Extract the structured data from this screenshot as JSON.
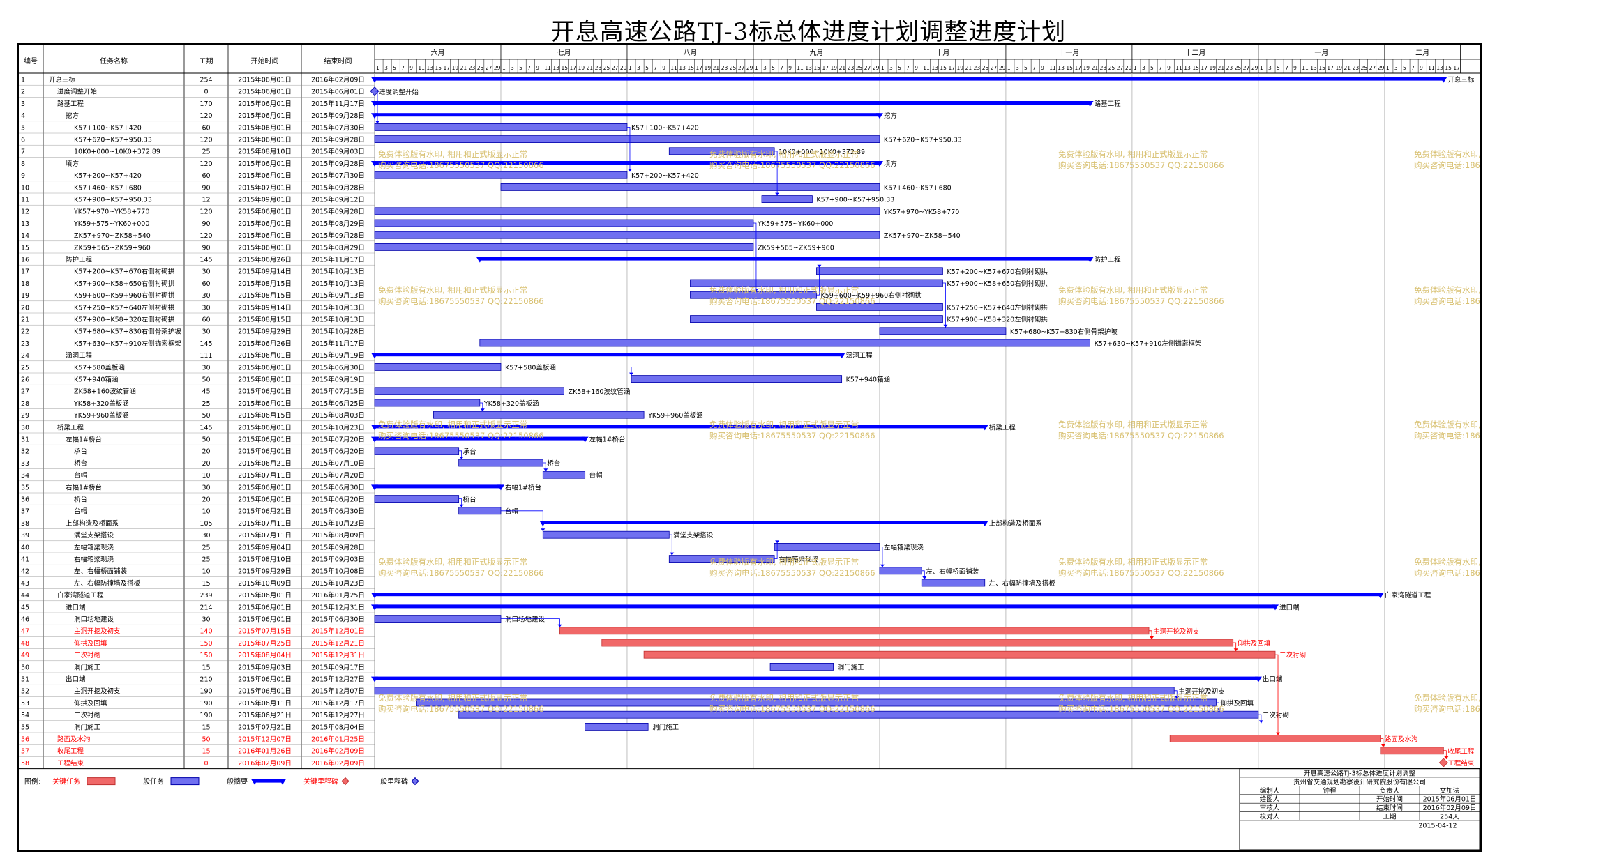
{
  "title": "开息高速公路TJ-3标总体进度计划调整进度计划",
  "columns": {
    "id": "编号",
    "name": "任务名称",
    "dur": "工期",
    "start": "开始时间",
    "end": "结束时间"
  },
  "months": [
    {
      "label": "六月",
      "n": 15
    },
    {
      "label": "七月",
      "n": 15
    },
    {
      "label": "八月",
      "n": 15
    },
    {
      "label": "九月",
      "n": 15
    },
    {
      "label": "十月",
      "n": 15
    },
    {
      "label": "十一月",
      "n": 15
    },
    {
      "label": "十二月",
      "n": 15
    },
    {
      "label": "一月",
      "n": 15
    },
    {
      "label": "二月",
      "n": 9
    }
  ],
  "day_ticks": [
    "1",
    "3",
    "5",
    "7",
    "9",
    "11",
    "13",
    "15",
    "17",
    "19",
    "21",
    "23",
    "25",
    "27",
    "29"
  ],
  "tasks": [
    {
      "id": "1",
      "name": "开息三标",
      "indent": 0,
      "dur": "254",
      "start": "2015年06月01日",
      "end": "2016年02月09日",
      "type": "summary",
      "s": 0,
      "e": 254,
      "label": "开息三标",
      "crit": false
    },
    {
      "id": "2",
      "name": "进度调整开始",
      "indent": 1,
      "dur": "0",
      "start": "2015年06月01日",
      "end": "2015年06月01日",
      "type": "milestone",
      "s": 0,
      "e": 0,
      "label": "进度调整开始",
      "crit": false
    },
    {
      "id": "3",
      "name": "路基工程",
      "indent": 1,
      "dur": "170",
      "start": "2015年06月01日",
      "end": "2015年11月17日",
      "type": "summary",
      "s": 0,
      "e": 170,
      "label": "路基工程",
      "crit": false
    },
    {
      "id": "4",
      "name": "挖方",
      "indent": 2,
      "dur": "120",
      "start": "2015年06月01日",
      "end": "2015年09月28日",
      "type": "summary",
      "s": 0,
      "e": 120,
      "label": "挖方",
      "crit": false
    },
    {
      "id": "5",
      "name": "K57+100~K57+420",
      "indent": 3,
      "dur": "60",
      "start": "2015年06月01日",
      "end": "2015年07月30日",
      "type": "task",
      "s": 0,
      "e": 60,
      "label": "K57+100~K57+420",
      "crit": false
    },
    {
      "id": "6",
      "name": "K57+620~K57+950.33",
      "indent": 3,
      "dur": "120",
      "start": "2015年06月01日",
      "end": "2015年09月28日",
      "type": "task",
      "s": 0,
      "e": 120,
      "label": "K57+620~K57+950.33",
      "crit": false
    },
    {
      "id": "7",
      "name": "10K0+000~10K0+372.89",
      "indent": 3,
      "dur": "25",
      "start": "2015年08月10日",
      "end": "2015年09月03日",
      "type": "task",
      "s": 70,
      "e": 95,
      "label": "10K0+000~10K0+372.89",
      "crit": false
    },
    {
      "id": "8",
      "name": "填方",
      "indent": 2,
      "dur": "120",
      "start": "2015年06月01日",
      "end": "2015年09月28日",
      "type": "summary",
      "s": 0,
      "e": 120,
      "label": "填方",
      "crit": false
    },
    {
      "id": "9",
      "name": "K57+200~K57+420",
      "indent": 3,
      "dur": "60",
      "start": "2015年06月01日",
      "end": "2015年07月30日",
      "type": "task",
      "s": 0,
      "e": 60,
      "label": "K57+200~K57+420",
      "crit": false
    },
    {
      "id": "10",
      "name": "K57+460~K57+680",
      "indent": 3,
      "dur": "90",
      "start": "2015年07月01日",
      "end": "2015年09月28日",
      "type": "task",
      "s": 30,
      "e": 120,
      "label": "K57+460~K57+680",
      "crit": false
    },
    {
      "id": "11",
      "name": "K57+900~K57+950.33",
      "indent": 3,
      "dur": "12",
      "start": "2015年09月01日",
      "end": "2015年09月12日",
      "type": "task",
      "s": 92,
      "e": 104,
      "label": "K57+900~K57+950.33",
      "crit": false
    },
    {
      "id": "12",
      "name": "YK57+970~YK58+770",
      "indent": 3,
      "dur": "120",
      "start": "2015年06月01日",
      "end": "2015年09月28日",
      "type": "task",
      "s": 0,
      "e": 120,
      "label": "YK57+970~YK58+770",
      "crit": false
    },
    {
      "id": "13",
      "name": "YK59+575~YK60+000",
      "indent": 3,
      "dur": "90",
      "start": "2015年06月01日",
      "end": "2015年08月29日",
      "type": "task",
      "s": 0,
      "e": 90,
      "label": "YK59+575~YK60+000",
      "crit": false
    },
    {
      "id": "14",
      "name": "ZK57+970~ZK58+540",
      "indent": 3,
      "dur": "120",
      "start": "2015年06月01日",
      "end": "2015年09月28日",
      "type": "task",
      "s": 0,
      "e": 120,
      "label": "ZK57+970~ZK58+540",
      "crit": false
    },
    {
      "id": "15",
      "name": "ZK59+565~ZK59+960",
      "indent": 3,
      "dur": "90",
      "start": "2015年06月01日",
      "end": "2015年08月29日",
      "type": "task",
      "s": 0,
      "e": 90,
      "label": "ZK59+565~ZK59+960",
      "crit": false
    },
    {
      "id": "16",
      "name": "防护工程",
      "indent": 2,
      "dur": "145",
      "start": "2015年06月26日",
      "end": "2015年11月17日",
      "type": "summary",
      "s": 25,
      "e": 170,
      "label": "防护工程",
      "crit": false
    },
    {
      "id": "17",
      "name": "K57+200~K57+670右侧衬砌拱",
      "indent": 3,
      "dur": "30",
      "start": "2015年09月14日",
      "end": "2015年10月13日",
      "type": "task",
      "s": 105,
      "e": 135,
      "label": "K57+200~K57+670右侧衬砌拱",
      "crit": false
    },
    {
      "id": "18",
      "name": "K57+900~K58+650右侧衬砌拱",
      "indent": 3,
      "dur": "60",
      "start": "2015年08月15日",
      "end": "2015年10月13日",
      "type": "task",
      "s": 75,
      "e": 135,
      "label": "K57+900~K58+650右侧衬砌拱",
      "crit": false
    },
    {
      "id": "19",
      "name": "K59+600~K59+960右侧衬砌拱",
      "indent": 3,
      "dur": "30",
      "start": "2015年08月15日",
      "end": "2015年09月13日",
      "type": "task",
      "s": 75,
      "e": 105,
      "label": "K59+600~K59+960右侧衬砌拱",
      "crit": false
    },
    {
      "id": "20",
      "name": "K57+250~K57+640左侧衬砌拱",
      "indent": 3,
      "dur": "30",
      "start": "2015年09月14日",
      "end": "2015年10月13日",
      "type": "task",
      "s": 105,
      "e": 135,
      "label": "K57+250~K57+640左侧衬砌拱",
      "crit": false
    },
    {
      "id": "21",
      "name": "K57+900~K58+320左侧衬砌拱",
      "indent": 3,
      "dur": "60",
      "start": "2015年08月15日",
      "end": "2015年10月13日",
      "type": "task",
      "s": 75,
      "e": 135,
      "label": "K57+900~K58+320左侧衬砌拱",
      "crit": false
    },
    {
      "id": "22",
      "name": "K57+680~K57+830右侧骨架护坡",
      "indent": 3,
      "dur": "30",
      "start": "2015年09月29日",
      "end": "2015年10月28日",
      "type": "task",
      "s": 120,
      "e": 150,
      "label": "K57+680~K57+830右侧骨架护坡",
      "crit": false
    },
    {
      "id": "23",
      "name": "K57+630~K57+910左侧锚索框架",
      "indent": 3,
      "dur": "145",
      "start": "2015年06月26日",
      "end": "2015年11月17日",
      "type": "task",
      "s": 25,
      "e": 170,
      "label": "K57+630~K57+910左侧锚索框架",
      "crit": false
    },
    {
      "id": "24",
      "name": "涵洞工程",
      "indent": 2,
      "dur": "111",
      "start": "2015年06月01日",
      "end": "2015年09月19日",
      "type": "summary",
      "s": 0,
      "e": 111,
      "label": "涵洞工程",
      "crit": false
    },
    {
      "id": "25",
      "name": "K57+580盖板涵",
      "indent": 3,
      "dur": "30",
      "start": "2015年06月01日",
      "end": "2015年06月30日",
      "type": "task",
      "s": 0,
      "e": 30,
      "label": "K57+580盖板涵",
      "crit": false
    },
    {
      "id": "26",
      "name": "K57+940箱涵",
      "indent": 3,
      "dur": "50",
      "start": "2015年08月01日",
      "end": "2015年09月19日",
      "type": "task",
      "s": 61,
      "e": 111,
      "label": "K57+940箱涵",
      "crit": false
    },
    {
      "id": "27",
      "name": "ZK58+160波纹管涵",
      "indent": 3,
      "dur": "45",
      "start": "2015年06月01日",
      "end": "2015年07月15日",
      "type": "task",
      "s": 0,
      "e": 45,
      "label": "ZK58+160波纹管涵",
      "crit": false
    },
    {
      "id": "28",
      "name": "YK58+320盖板涵",
      "indent": 3,
      "dur": "25",
      "start": "2015年06月01日",
      "end": "2015年06月25日",
      "type": "task",
      "s": 0,
      "e": 25,
      "label": "YK58+320盖板涵",
      "crit": false
    },
    {
      "id": "29",
      "name": "YK59+960盖板涵",
      "indent": 3,
      "dur": "50",
      "start": "2015年06月15日",
      "end": "2015年08月03日",
      "type": "task",
      "s": 14,
      "e": 64,
      "label": "YK59+960盖板涵",
      "crit": false
    },
    {
      "id": "30",
      "name": "桥梁工程",
      "indent": 1,
      "dur": "145",
      "start": "2015年06月01日",
      "end": "2015年10月23日",
      "type": "summary",
      "s": 0,
      "e": 145,
      "label": "桥梁工程",
      "crit": false
    },
    {
      "id": "31",
      "name": "左幅1#桥台",
      "indent": 2,
      "dur": "50",
      "start": "2015年06月01日",
      "end": "2015年07月20日",
      "type": "summary",
      "s": 0,
      "e": 50,
      "label": "左幅1#桥台",
      "crit": false
    },
    {
      "id": "32",
      "name": "承台",
      "indent": 3,
      "dur": "20",
      "start": "2015年06月01日",
      "end": "2015年06月20日",
      "type": "task",
      "s": 0,
      "e": 20,
      "label": "承台",
      "crit": false
    },
    {
      "id": "33",
      "name": "桥台",
      "indent": 3,
      "dur": "20",
      "start": "2015年06月21日",
      "end": "2015年07月10日",
      "type": "task",
      "s": 20,
      "e": 40,
      "label": "桥台",
      "crit": false
    },
    {
      "id": "34",
      "name": "台帽",
      "indent": 3,
      "dur": "10",
      "start": "2015年07月11日",
      "end": "2015年07月20日",
      "type": "task",
      "s": 40,
      "e": 50,
      "label": "台帽",
      "crit": false
    },
    {
      "id": "35",
      "name": "右幅1#桥台",
      "indent": 2,
      "dur": "30",
      "start": "2015年06月01日",
      "end": "2015年06月30日",
      "type": "summary",
      "s": 0,
      "e": 30,
      "label": "右幅1#桥台",
      "crit": false
    },
    {
      "id": "36",
      "name": "桥台",
      "indent": 3,
      "dur": "20",
      "start": "2015年06月01日",
      "end": "2015年06月20日",
      "type": "task",
      "s": 0,
      "e": 20,
      "label": "桥台",
      "crit": false
    },
    {
      "id": "37",
      "name": "台帽",
      "indent": 3,
      "dur": "10",
      "start": "2015年06月21日",
      "end": "2015年06月30日",
      "type": "task",
      "s": 20,
      "e": 30,
      "label": "台帽",
      "crit": false
    },
    {
      "id": "38",
      "name": "上部构造及桥面系",
      "indent": 2,
      "dur": "105",
      "start": "2015年07月11日",
      "end": "2015年10月23日",
      "type": "summary",
      "s": 40,
      "e": 145,
      "label": "上部构造及桥面系",
      "crit": false
    },
    {
      "id": "39",
      "name": "满堂支架搭设",
      "indent": 3,
      "dur": "30",
      "start": "2015年07月11日",
      "end": "2015年08月09日",
      "type": "task",
      "s": 40,
      "e": 70,
      "label": "满堂支架搭设",
      "crit": false
    },
    {
      "id": "40",
      "name": "左幅箱梁现浇",
      "indent": 3,
      "dur": "25",
      "start": "2015年09月04日",
      "end": "2015年09月28日",
      "type": "task",
      "s": 95,
      "e": 120,
      "label": "左幅箱梁现浇",
      "crit": false
    },
    {
      "id": "41",
      "name": "右幅箱梁现浇",
      "indent": 3,
      "dur": "25",
      "start": "2015年08月10日",
      "end": "2015年09月03日",
      "type": "task",
      "s": 70,
      "e": 95,
      "label": "右幅箱梁现浇",
      "crit": false
    },
    {
      "id": "42",
      "name": "左、右幅桥面铺装",
      "indent": 3,
      "dur": "10",
      "start": "2015年09月29日",
      "end": "2015年10月08日",
      "type": "task",
      "s": 120,
      "e": 130,
      "label": "左、右幅桥面铺装",
      "crit": false
    },
    {
      "id": "43",
      "name": "左、右幅防撞墙及搭板",
      "indent": 3,
      "dur": "15",
      "start": "2015年10月09日",
      "end": "2015年10月23日",
      "type": "task",
      "s": 130,
      "e": 145,
      "label": "左、右幅防撞墙及搭板",
      "crit": false
    },
    {
      "id": "44",
      "name": "白家湾隧道工程",
      "indent": 1,
      "dur": "239",
      "start": "2015年06月01日",
      "end": "2016年01月25日",
      "type": "summary",
      "s": 0,
      "e": 239,
      "label": "白家湾隧道工程",
      "crit": false
    },
    {
      "id": "45",
      "name": "进口端",
      "indent": 2,
      "dur": "214",
      "start": "2015年06月01日",
      "end": "2015年12月31日",
      "type": "summary",
      "s": 0,
      "e": 214,
      "label": "进口端",
      "crit": false
    },
    {
      "id": "46",
      "name": "洞口场地建设",
      "indent": 3,
      "dur": "30",
      "start": "2015年06月01日",
      "end": "2015年06月30日",
      "type": "task",
      "s": 0,
      "e": 30,
      "label": "洞口场地建设",
      "crit": false
    },
    {
      "id": "47",
      "name": "主洞开挖及初支",
      "indent": 3,
      "dur": "140",
      "start": "2015年07月15日",
      "end": "2015年12月01日",
      "type": "task",
      "s": 44,
      "e": 184,
      "label": "主洞开挖及初支",
      "crit": true
    },
    {
      "id": "48",
      "name": "仰拱及回填",
      "indent": 3,
      "dur": "150",
      "start": "2015年07月25日",
      "end": "2015年12月21日",
      "type": "task",
      "s": 54,
      "e": 204,
      "label": "仰拱及回填",
      "crit": true
    },
    {
      "id": "49",
      "name": "二次衬砌",
      "indent": 3,
      "dur": "150",
      "start": "2015年08月04日",
      "end": "2015年12月31日",
      "type": "task",
      "s": 64,
      "e": 214,
      "label": "二次衬砌",
      "crit": true
    },
    {
      "id": "50",
      "name": "洞门施工",
      "indent": 3,
      "dur": "15",
      "start": "2015年09月03日",
      "end": "2015年09月17日",
      "type": "task",
      "s": 94,
      "e": 109,
      "label": "洞门施工",
      "crit": false
    },
    {
      "id": "51",
      "name": "出口端",
      "indent": 2,
      "dur": "210",
      "start": "2015年06月01日",
      "end": "2015年12月27日",
      "type": "summary",
      "s": 0,
      "e": 210,
      "label": "出口端",
      "crit": false
    },
    {
      "id": "52",
      "name": "主洞开挖及初支",
      "indent": 3,
      "dur": "190",
      "start": "2015年06月01日",
      "end": "2015年12月07日",
      "type": "task",
      "s": 0,
      "e": 190,
      "label": "主洞开挖及初支",
      "crit": false
    },
    {
      "id": "53",
      "name": "仰拱及回填",
      "indent": 3,
      "dur": "190",
      "start": "2015年06月11日",
      "end": "2015年12月17日",
      "type": "task",
      "s": 10,
      "e": 200,
      "label": "仰拱及回填",
      "crit": false
    },
    {
      "id": "54",
      "name": "二次衬砌",
      "indent": 3,
      "dur": "190",
      "start": "2015年06月21日",
      "end": "2015年12月27日",
      "type": "task",
      "s": 20,
      "e": 210,
      "label": "二次衬砌",
      "crit": false
    },
    {
      "id": "55",
      "name": "洞门施工",
      "indent": 3,
      "dur": "15",
      "start": "2015年07月21日",
      "end": "2015年08月04日",
      "type": "task",
      "s": 50,
      "e": 65,
      "label": "洞门施工",
      "crit": false
    },
    {
      "id": "56",
      "name": "路面及水沟",
      "indent": 1,
      "dur": "50",
      "start": "2015年12月07日",
      "end": "2016年01月25日",
      "type": "task",
      "s": 189,
      "e": 239,
      "label": "路面及水沟",
      "crit": true
    },
    {
      "id": "57",
      "name": "收尾工程",
      "indent": 1,
      "dur": "15",
      "start": "2016年01月26日",
      "end": "2016年02月09日",
      "type": "task",
      "s": 239,
      "e": 254,
      "label": "收尾工程",
      "crit": true
    },
    {
      "id": "58",
      "name": "工程结束",
      "indent": 1,
      "dur": "0",
      "start": "2016年02月09日",
      "end": "2016年02月09日",
      "type": "milestone",
      "s": 254,
      "e": 254,
      "label": "工程结束",
      "crit": true
    }
  ],
  "legend": {
    "title": "图例:",
    "items": [
      {
        "label": "关键任务",
        "kind": "crit-task"
      },
      {
        "label": "一般任务",
        "kind": "task"
      },
      {
        "label": "一般摘要",
        "kind": "summary"
      },
      {
        "label": "关键里程碑",
        "kind": "crit-milestone"
      },
      {
        "label": "一般里程碑",
        "kind": "milestone"
      }
    ]
  },
  "info": {
    "line1": "开息高速公路TJ-3标总体进度计划调整",
    "line2": "贵州省交通规划勘察设计研究院股份有限公司",
    "rows": [
      [
        "编制人",
        "钟程",
        "负责人",
        "文加法"
      ],
      [
        "绘图人",
        "",
        "开始时间",
        "2015年06月01日"
      ],
      [
        "审核人",
        "",
        "结束时间",
        "2016年02月09日"
      ],
      [
        "校对人",
        "",
        "工期",
        "254天"
      ]
    ],
    "date": "2015-04-12"
  },
  "watermark": {
    "line1": "免费体验版有水印, 相用和正式版显示正常",
    "line2": "购买咨询电话:18675550537 QQ:22150866"
  },
  "colors": {
    "summary": "#0000ff",
    "task": "#7070f0",
    "task_border": "#0000aa",
    "crit": "#f06868",
    "crit_text": "#ff0000",
    "link": "#0000ff",
    "crit_link": "#ff0000",
    "grid": "#b0b0b0",
    "watermark": "#d8c070"
  }
}
